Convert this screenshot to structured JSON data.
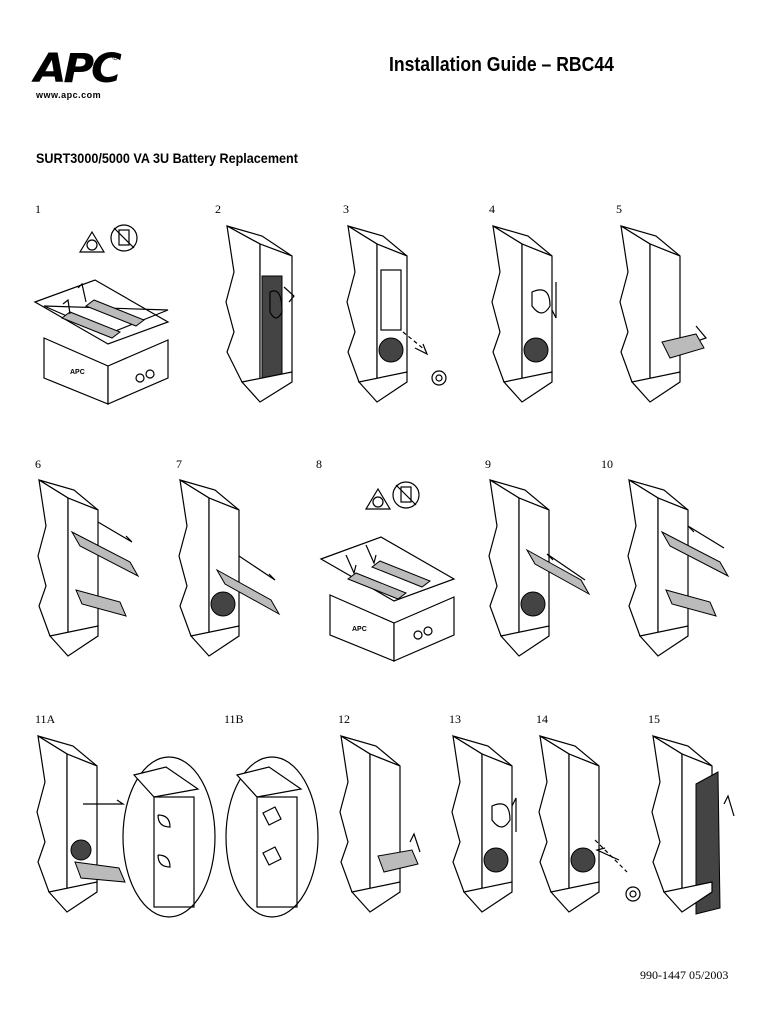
{
  "header": {
    "logo_text": "APC",
    "logo_registered": "®",
    "website": "www.apc.com",
    "title": "Installation Guide – RBC44"
  },
  "subtitle": "SURT3000/5000 VA 3U Battery Replacement",
  "steps": [
    {
      "label": "1"
    },
    {
      "label": "2"
    },
    {
      "label": "3"
    },
    {
      "label": "4"
    },
    {
      "label": "5"
    },
    {
      "label": "6"
    },
    {
      "label": "7"
    },
    {
      "label": "8"
    },
    {
      "label": "9"
    },
    {
      "label": "10"
    },
    {
      "label": "11A"
    },
    {
      "label": "11B"
    },
    {
      "label": "12"
    },
    {
      "label": "13"
    },
    {
      "label": "14"
    },
    {
      "label": "15"
    }
  ],
  "footer": {
    "doc_number": "990-1447  05/2003"
  }
}
